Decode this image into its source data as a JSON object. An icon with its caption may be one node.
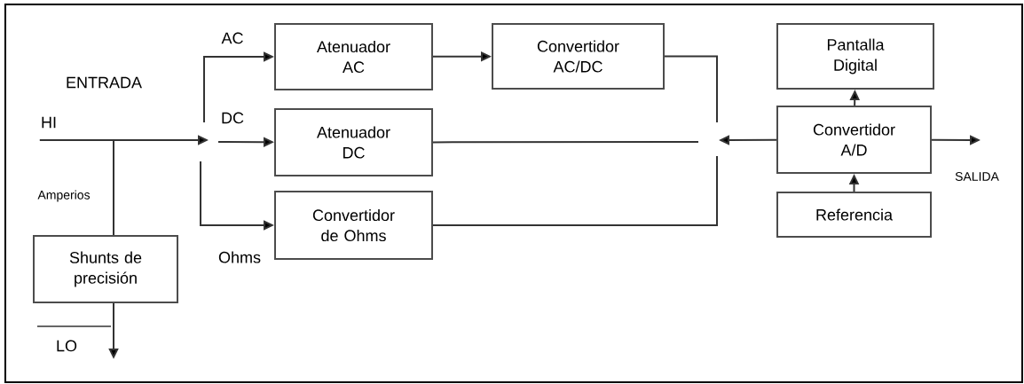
{
  "diagram": {
    "nodes": [
      {
        "text": [
          "Atenuador AC"
        ]
      },
      {
        "text": [
          "Convertidor AC/DC"
        ]
      },
      {
        "text": [
          "Atenuador DC"
        ]
      },
      {
        "text": [
          "Convertidor de Ohms"
        ]
      },
      {
        "text": [
          "Pantalla Digital"
        ]
      },
      {
        "text": [
          "Convertidor A/D"
        ]
      },
      {
        "text": [
          "Referencia"
        ]
      },
      {
        "text": [
          "Shunts de precisión"
        ]
      },
      {
        "text": [
          "HI"
        ]
      }
    ],
    "edges": [
      {
        "from": 8,
        "to": null,
        "arrow": "to"
      },
      {
        "from": null,
        "to": 0,
        "arrow": "to",
        "label": "AC"
      },
      {
        "from": null,
        "to": 2,
        "arrow": "to",
        "label": "DC"
      },
      {
        "from": null,
        "to": 3,
        "arrow": "to",
        "label": "Ohms"
      },
      {
        "from": 8,
        "to": 7,
        "arrow": "none",
        "label": "Amperios"
      },
      {
        "from": 7,
        "to": null,
        "arrow": "to"
      },
      {
        "from": 0,
        "to": 1,
        "arrow": "to"
      },
      {
        "from": 1,
        "to": null,
        "arrow": "none"
      },
      {
        "from": 2,
        "to": null,
        "arrow": "none"
      },
      {
        "from": 3,
        "to": null,
        "arrow": "none"
      },
      {
        "from": 5,
        "to": null,
        "arrow": "to"
      },
      {
        "from": 5,
        "to": 4,
        "arrow": "to"
      },
      {
        "from": 6,
        "to": 5,
        "arrow": "to"
      },
      {
        "from": 5,
        "to": null,
        "arrow": "to"
      }
    ],
    "labels": [
      "ENTRADA",
      "LO",
      "SALIDA"
    ]
  }
}
